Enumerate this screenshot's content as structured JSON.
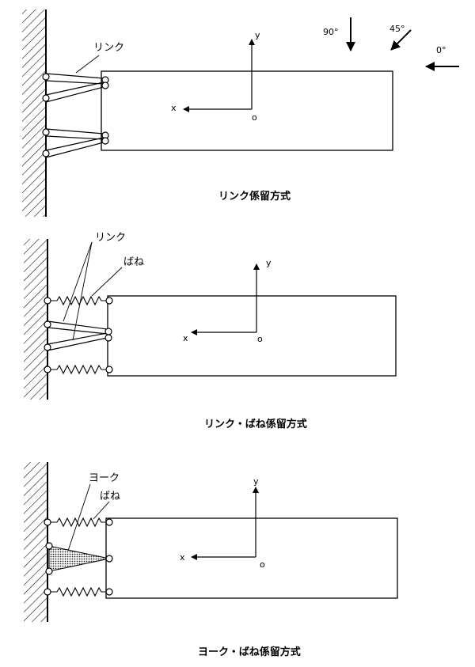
{
  "panel1": {
    "label_link": "リンク",
    "caption": "リンク係留方式",
    "axis_x": "x",
    "axis_y": "y",
    "origin": "o"
  },
  "panel2": {
    "label_link": "リンク",
    "label_spring": "ばね",
    "caption": "リンク・ばね係留方式",
    "axis_x": "x",
    "axis_y": "y",
    "origin": "o"
  },
  "panel3": {
    "label_yoke": "ヨーク",
    "label_spring": "ばね",
    "caption": "ヨーク・ばね係留方式",
    "axis_x": "x",
    "axis_y": "y",
    "origin": "o"
  },
  "angle_labels": {
    "deg90": "90°",
    "deg45": "45°",
    "deg0": "0°"
  }
}
